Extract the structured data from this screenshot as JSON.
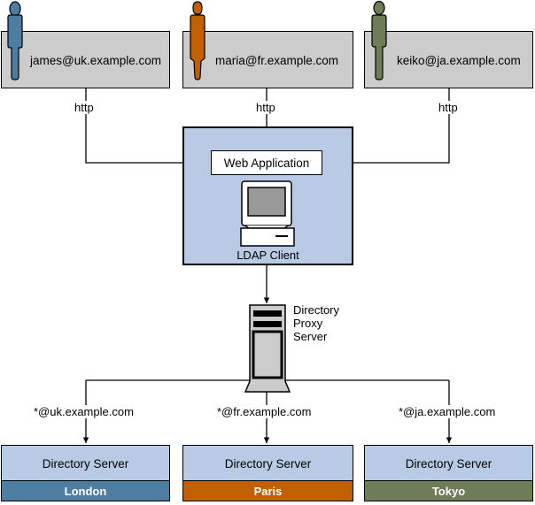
{
  "users": [
    {
      "email": "james@uk.example.com",
      "protocol": "http",
      "color": "#4d7ea2",
      "figure": "male-user-icon"
    },
    {
      "email": "maria@fr.example.com",
      "protocol": "http",
      "color": "#c06000",
      "figure": "female-user-icon"
    },
    {
      "email": "keiko@ja.example.com",
      "protocol": "http",
      "color": "#6e7c58",
      "figure": "female-user-icon"
    }
  ],
  "web_app": {
    "label": "Web Application",
    "client_label": "LDAP Client",
    "panel_color": "#b9cbe4"
  },
  "proxy": {
    "label_lines": [
      "Directory",
      "Proxy",
      "Server"
    ]
  },
  "directory_servers": [
    {
      "title": "Directory Server",
      "city": "London",
      "route": "*@uk.example.com",
      "city_color": "#4d7ea2"
    },
    {
      "title": "Directory Server",
      "city": "Paris",
      "route": "*@fr.example.com",
      "city_color": "#c06000"
    },
    {
      "title": "Directory Server",
      "city": "Tokyo",
      "route": "*@ja.example.com",
      "city_color": "#6e7c58"
    }
  ]
}
